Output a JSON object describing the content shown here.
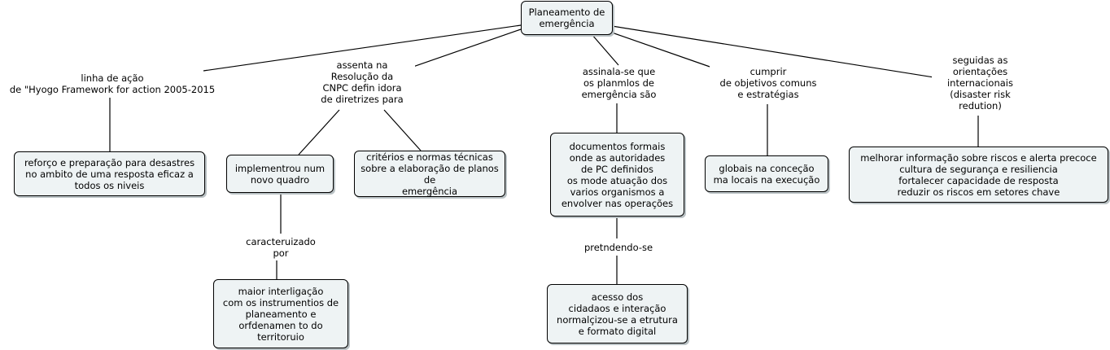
{
  "concept_map": {
    "root": {
      "text": "Planeamento de\nemergência"
    },
    "links": {
      "hyogo": "linha de ação\nde \"Hyogo Framework for action 2005-2015",
      "cnpc": "assenta na\nResolução da\nCNPC defin idora\nde diretrizes para",
      "assinala": "assinala-se que\nos planmlos de\nemergência são",
      "cumprir": "cumprir\nde objetivos comuns\ne estratégias",
      "seguidas": "seguidas as\norientações\ninternacionais\n(disaster risk\nredution)",
      "caracterizado": "caracteruizado\npor",
      "pretendendo": "pretndendo-se"
    },
    "concepts": {
      "reforco": "reforço e preparação para desastres\nno ambito de uma resposta eficaz a\ntodos os niveis",
      "implementou": "implementrou num\nnovo quadro",
      "criterios": "critérios e normas técnicas\nsobre a elaboração de planos de\nemergência",
      "documentos": "documentos formais\nonde as autoridades\nde PC definidos\nos mode atuação dos\nvarios organismos a\nenvolver nas operações",
      "globais": "globais na conceção\nma locais na execução",
      "melhorar": "melhorar informação sobre riscos e alerta precoce\ncultura de segurança e resiliencia\nfortalecer capacidade de resposta\nreduzir os riscos em setores chave",
      "interligacao": "maior interligação\ncom os instrumentios de\nplaneamento e\norfdenamen to do\nterritoruio",
      "acesso": "acesso dos\ncidadaos e interação\nnormalçizou-se a etrutura\ne formato digital"
    }
  }
}
